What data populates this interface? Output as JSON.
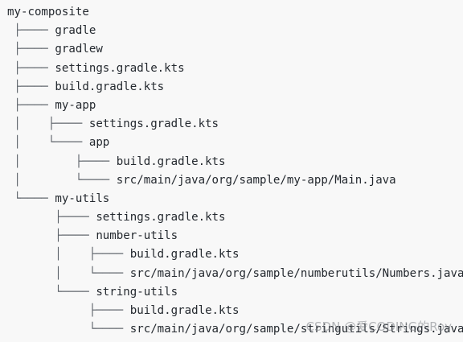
{
  "tree": {
    "root": "my-composite",
    "rows": [
      {
        "prefix": " ├──── ",
        "name": "gradle"
      },
      {
        "prefix": " ├──── ",
        "name": "gradlew"
      },
      {
        "prefix": " ├──── ",
        "name": "settings.gradle.kts"
      },
      {
        "prefix": " ├──── ",
        "name": "build.gradle.kts"
      },
      {
        "prefix": " ├──── ",
        "name": "my-app"
      },
      {
        "prefix": " │    ├──── ",
        "name": "settings.gradle.kts"
      },
      {
        "prefix": " │    └──── ",
        "name": "app"
      },
      {
        "prefix": " │        ├──── ",
        "name": "build.gradle.kts"
      },
      {
        "prefix": " │        └──── ",
        "name": "src/main/java/org/sample/my-app/Main.java"
      },
      {
        "prefix": " └──── ",
        "name": "my-utils"
      },
      {
        "prefix": "       ├──── ",
        "name": "settings.gradle.kts"
      },
      {
        "prefix": "       ├──── ",
        "name": "number-utils"
      },
      {
        "prefix": "       │    ├──── ",
        "name": "build.gradle.kts"
      },
      {
        "prefix": "       │    └──── ",
        "name": "src/main/java/org/sample/numberutils/Numbers.java"
      },
      {
        "prefix": "       └──── ",
        "name": "string-utils"
      },
      {
        "prefix": "            ├──── ",
        "name": "build.gradle.kts"
      },
      {
        "prefix": "            └──── ",
        "name": "src/main/java/org/sample/stringutils/Strings.java"
      }
    ]
  },
  "watermark": "CSDN @爱CODING的Roy"
}
